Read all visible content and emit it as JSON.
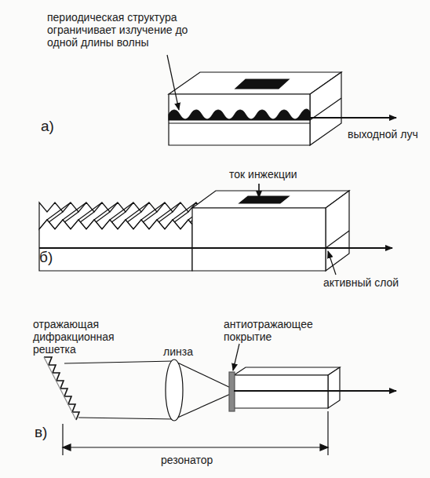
{
  "diagram": {
    "labels": [
      "периодическая структура ограничивает излучение до одной длины волны",
      "выходной луч",
      "а)",
      "ток инжекции",
      "б)",
      "активный слой",
      "отражающая дифракционная решетка",
      "линза",
      "антиотражающее покрытие",
      "в)",
      "резонатор"
    ]
  }
}
